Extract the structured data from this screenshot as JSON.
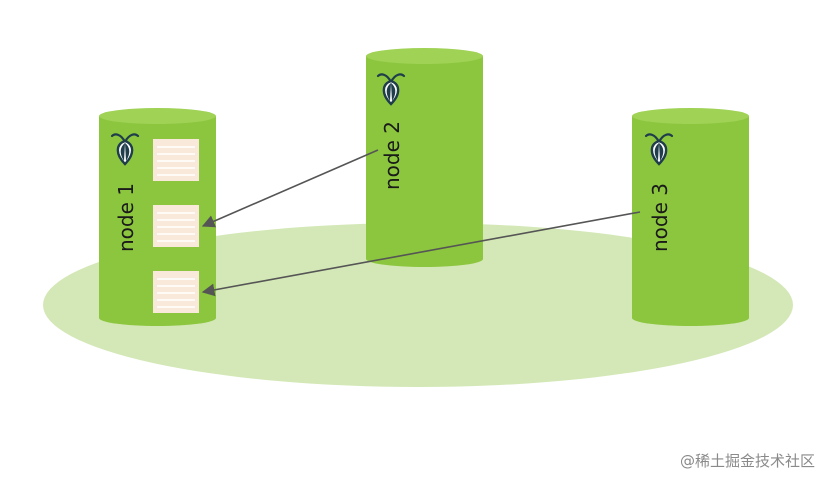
{
  "colors": {
    "platform": "#d3e8b6",
    "cylinder": "#8cc63e",
    "cylinder_top": "#9fd255",
    "chunk_fill": "#f8e9da",
    "chunk_line": "#ffffff",
    "arrow": "#555555",
    "logo": "#1f3d4a"
  },
  "nodes": [
    {
      "label": "node 1",
      "icon": "cockroach-logo-icon"
    },
    {
      "label": "node 2",
      "icon": "cockroach-logo-icon"
    },
    {
      "label": "node 3",
      "icon": "cockroach-logo-icon"
    }
  ],
  "replicas": {
    "count_on_node_1": 3,
    "icon": "data-chunk-icon"
  },
  "watermark": "@稀土掘金技术社区"
}
